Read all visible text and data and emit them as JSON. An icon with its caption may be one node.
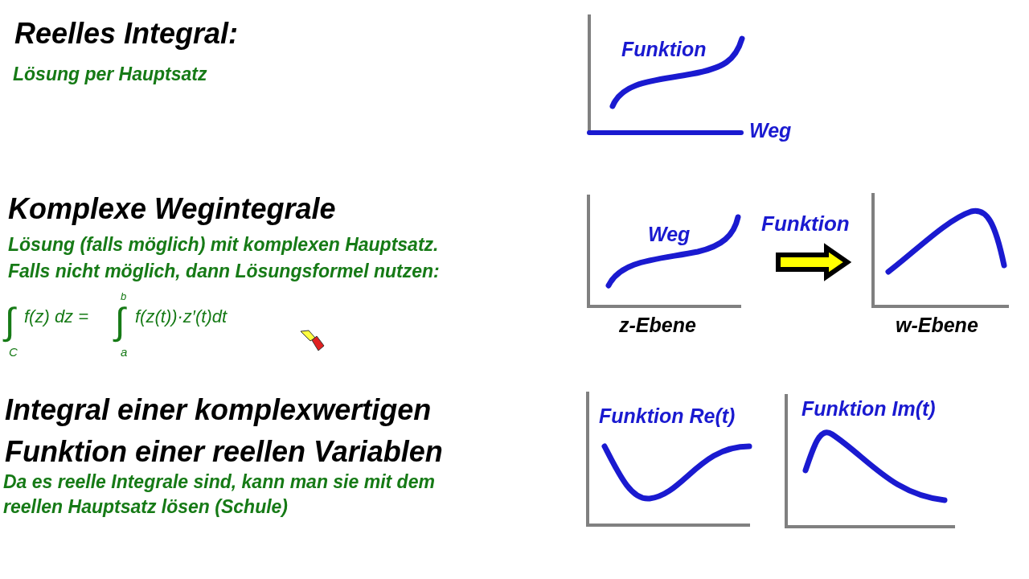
{
  "diagram": {
    "nodes": [
      {
        "text": [
          "Weg"
        ],
        "beside": [
          "z-Ebene"
        ]
      },
      {
        "text": [],
        "shape": "picture",
        "beside": [
          "w-Ebene"
        ]
      }
    ],
    "edges": [
      {
        "from": 0,
        "to": 1,
        "arrow": "to",
        "label": "Funktion",
        "style": "thick",
        "color": "#ffff00"
      }
    ],
    "labels": [
      "Reelles Integral:",
      "Lösung per Hauptsatz",
      "Funktion",
      "Weg",
      "Komplexe Wegintegrale",
      "Lösung (falls möglich) mit komplexen Hauptsatz.",
      "Falls nicht möglich, dann Lösungsformel nutzen:",
      "∫",
      "C",
      "f(z) dz =",
      "b",
      "∫",
      "a",
      "f(z(t))·z′(t)dt",
      "Integral einer komplexwertigen Funktion einer reellen Variablen",
      "Da es reelle Integrale sind, kann man sie mit dem reellen Hauptsatz lösen (Schule)",
      "Funktion Re(t)",
      "Funktion Im(t)"
    ]
  }
}
